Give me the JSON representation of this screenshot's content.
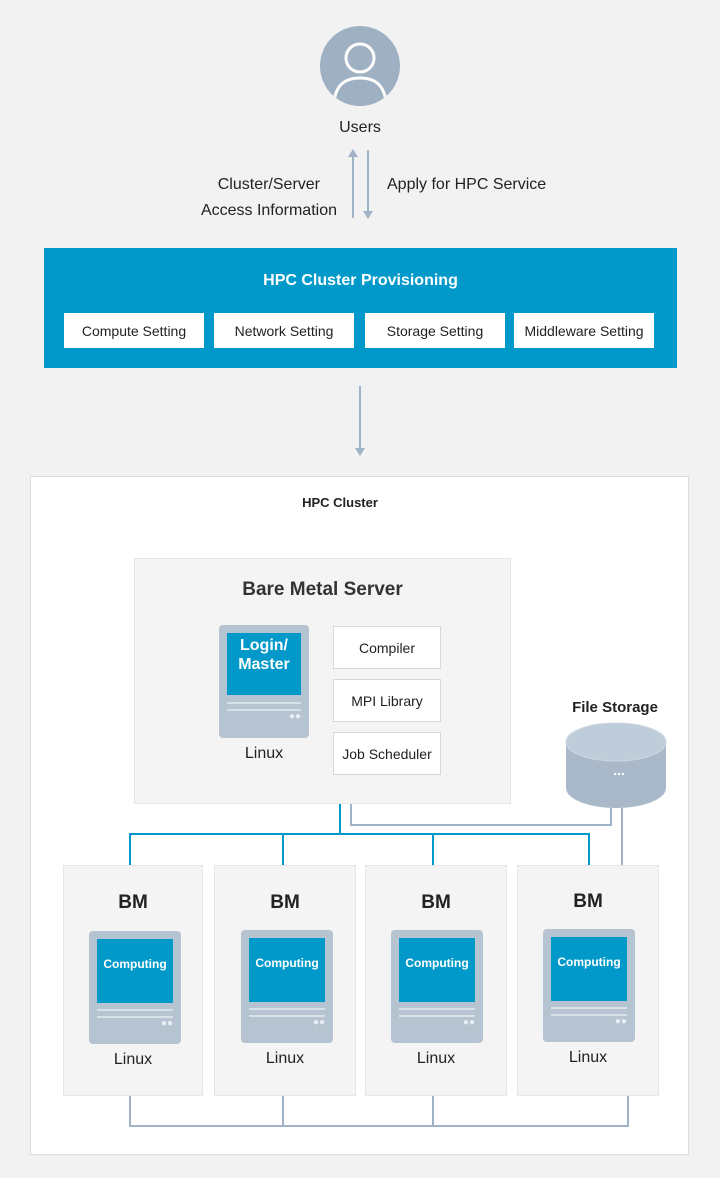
{
  "users": {
    "label": "Users"
  },
  "arrows": {
    "left_label_line1": "Cluster/Server",
    "left_label_line2": "Access Information",
    "right_label": "Apply for HPC Service"
  },
  "provisioning": {
    "title": "HPC Cluster Provisioning",
    "settings": [
      "Compute Setting",
      "Network Setting",
      "Storage Setting",
      "Middleware Setting"
    ]
  },
  "cluster": {
    "title": "HPC Cluster",
    "bare_metal": {
      "title": "Bare Metal Server",
      "server_label": "Login/\nMaster",
      "os": "Linux",
      "software": [
        "Compiler",
        "MPI Library",
        "Job Scheduler"
      ]
    },
    "file_storage": {
      "title": "File Storage",
      "dots": "..."
    },
    "nodes": [
      {
        "title": "BM",
        "screen": "Computing",
        "os": "Linux"
      },
      {
        "title": "BM",
        "screen": "Computing",
        "os": "Linux"
      },
      {
        "title": "BM",
        "screen": "Computing",
        "os": "Linux"
      },
      {
        "title": "BM",
        "screen": "Computing",
        "os": "Linux"
      }
    ]
  },
  "colors": {
    "accent": "#0099c9",
    "server_gray": "#b6c3d0",
    "line_gray": "#9fb2c6"
  }
}
